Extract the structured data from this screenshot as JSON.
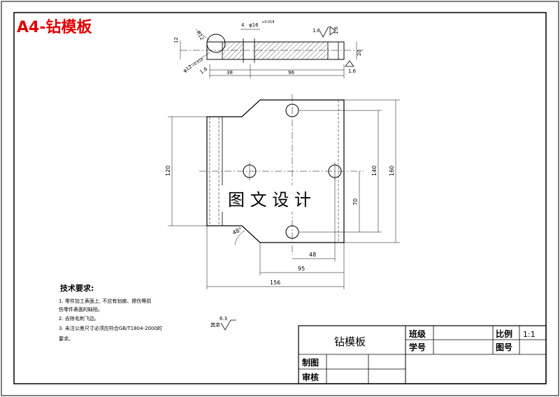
{
  "title_stamp": "A4-钻模板",
  "watermark": "图 文 设 计",
  "accent_color": "#e00000",
  "top_view": {
    "dims": {
      "r12": "R12",
      "h12": "12",
      "w4": "4",
      "hole16": "φ16",
      "tol16": "+0.018",
      "rough_a": "1.6",
      "rough_b": "1.6",
      "rough_c": "1.6",
      "h20": "20",
      "w38": "38",
      "w96": "96",
      "hole12": "φ12",
      "tol12": "+0.018",
      "rough_d": "1.6"
    }
  },
  "plan_view": {
    "dims": {
      "h120": "120",
      "h140": "140",
      "h160": "160",
      "h70": "70",
      "angle48": "48°",
      "w48": "48",
      "w95": "95",
      "w156": "156"
    }
  },
  "notes": {
    "heading": "技术要求:",
    "items": [
      "1. 零件加工表面上, 不应有划痕、擦伤等损",
      "伤零件表面的缺陷。",
      "2. 去除毛刺飞边。",
      "3. 未注公差尺寸必须应符合GB/T1804-2000的",
      "要求。"
    ]
  },
  "roughness_note": {
    "value": "6.3",
    "prefix": "其余"
  },
  "title_block": {
    "part_name": "钻模板",
    "class_label": "班级",
    "student_id_label": "学号",
    "scale_label": "比例",
    "scale_value": "1:1",
    "drawing_no_label": "图号",
    "drawn_label": "制图",
    "review_label": "审核"
  }
}
